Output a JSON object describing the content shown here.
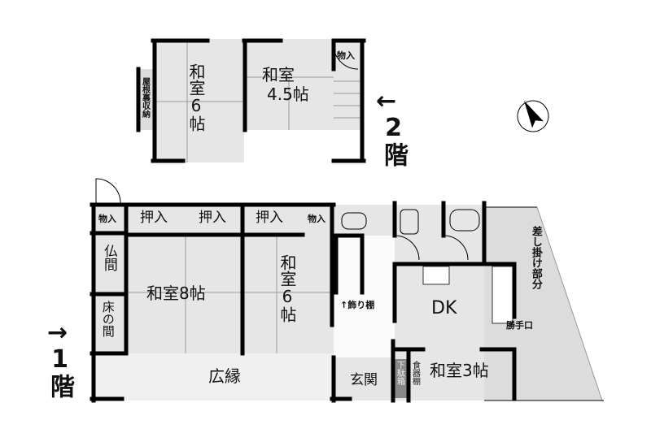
{
  "floor2": {
    "label_arrow": "←",
    "label": "2階",
    "rooms": {
      "washitsu6": "和室6帖",
      "washitsu45_a": "和室",
      "washitsu45_b": "4.5帖",
      "closet": "物入",
      "attic_storage": "屋根裏収納"
    }
  },
  "floor1": {
    "label_arrow": "→",
    "label": "1階",
    "rooms": {
      "closet_left": "物入",
      "butsuma": "仏間",
      "tokonoma": "床の間",
      "oshiire1": "押入",
      "oshiire2": "押入",
      "oshiire3": "押入",
      "closet_mid": "物入",
      "washitsu8": "和室8帖",
      "washitsu6": "和室6帖",
      "hiroen": "広縁",
      "display_shelf": "↑飾り棚",
      "dk": "DK",
      "back_door": "勝手口",
      "washitsu3": "和室3帖",
      "genkan": "玄関",
      "shoe_box": "下駄箱",
      "cupboard": "食器棚",
      "lean_to": "差し掛け部分"
    }
  },
  "compass": {
    "icon": "north-arrow-icon"
  }
}
